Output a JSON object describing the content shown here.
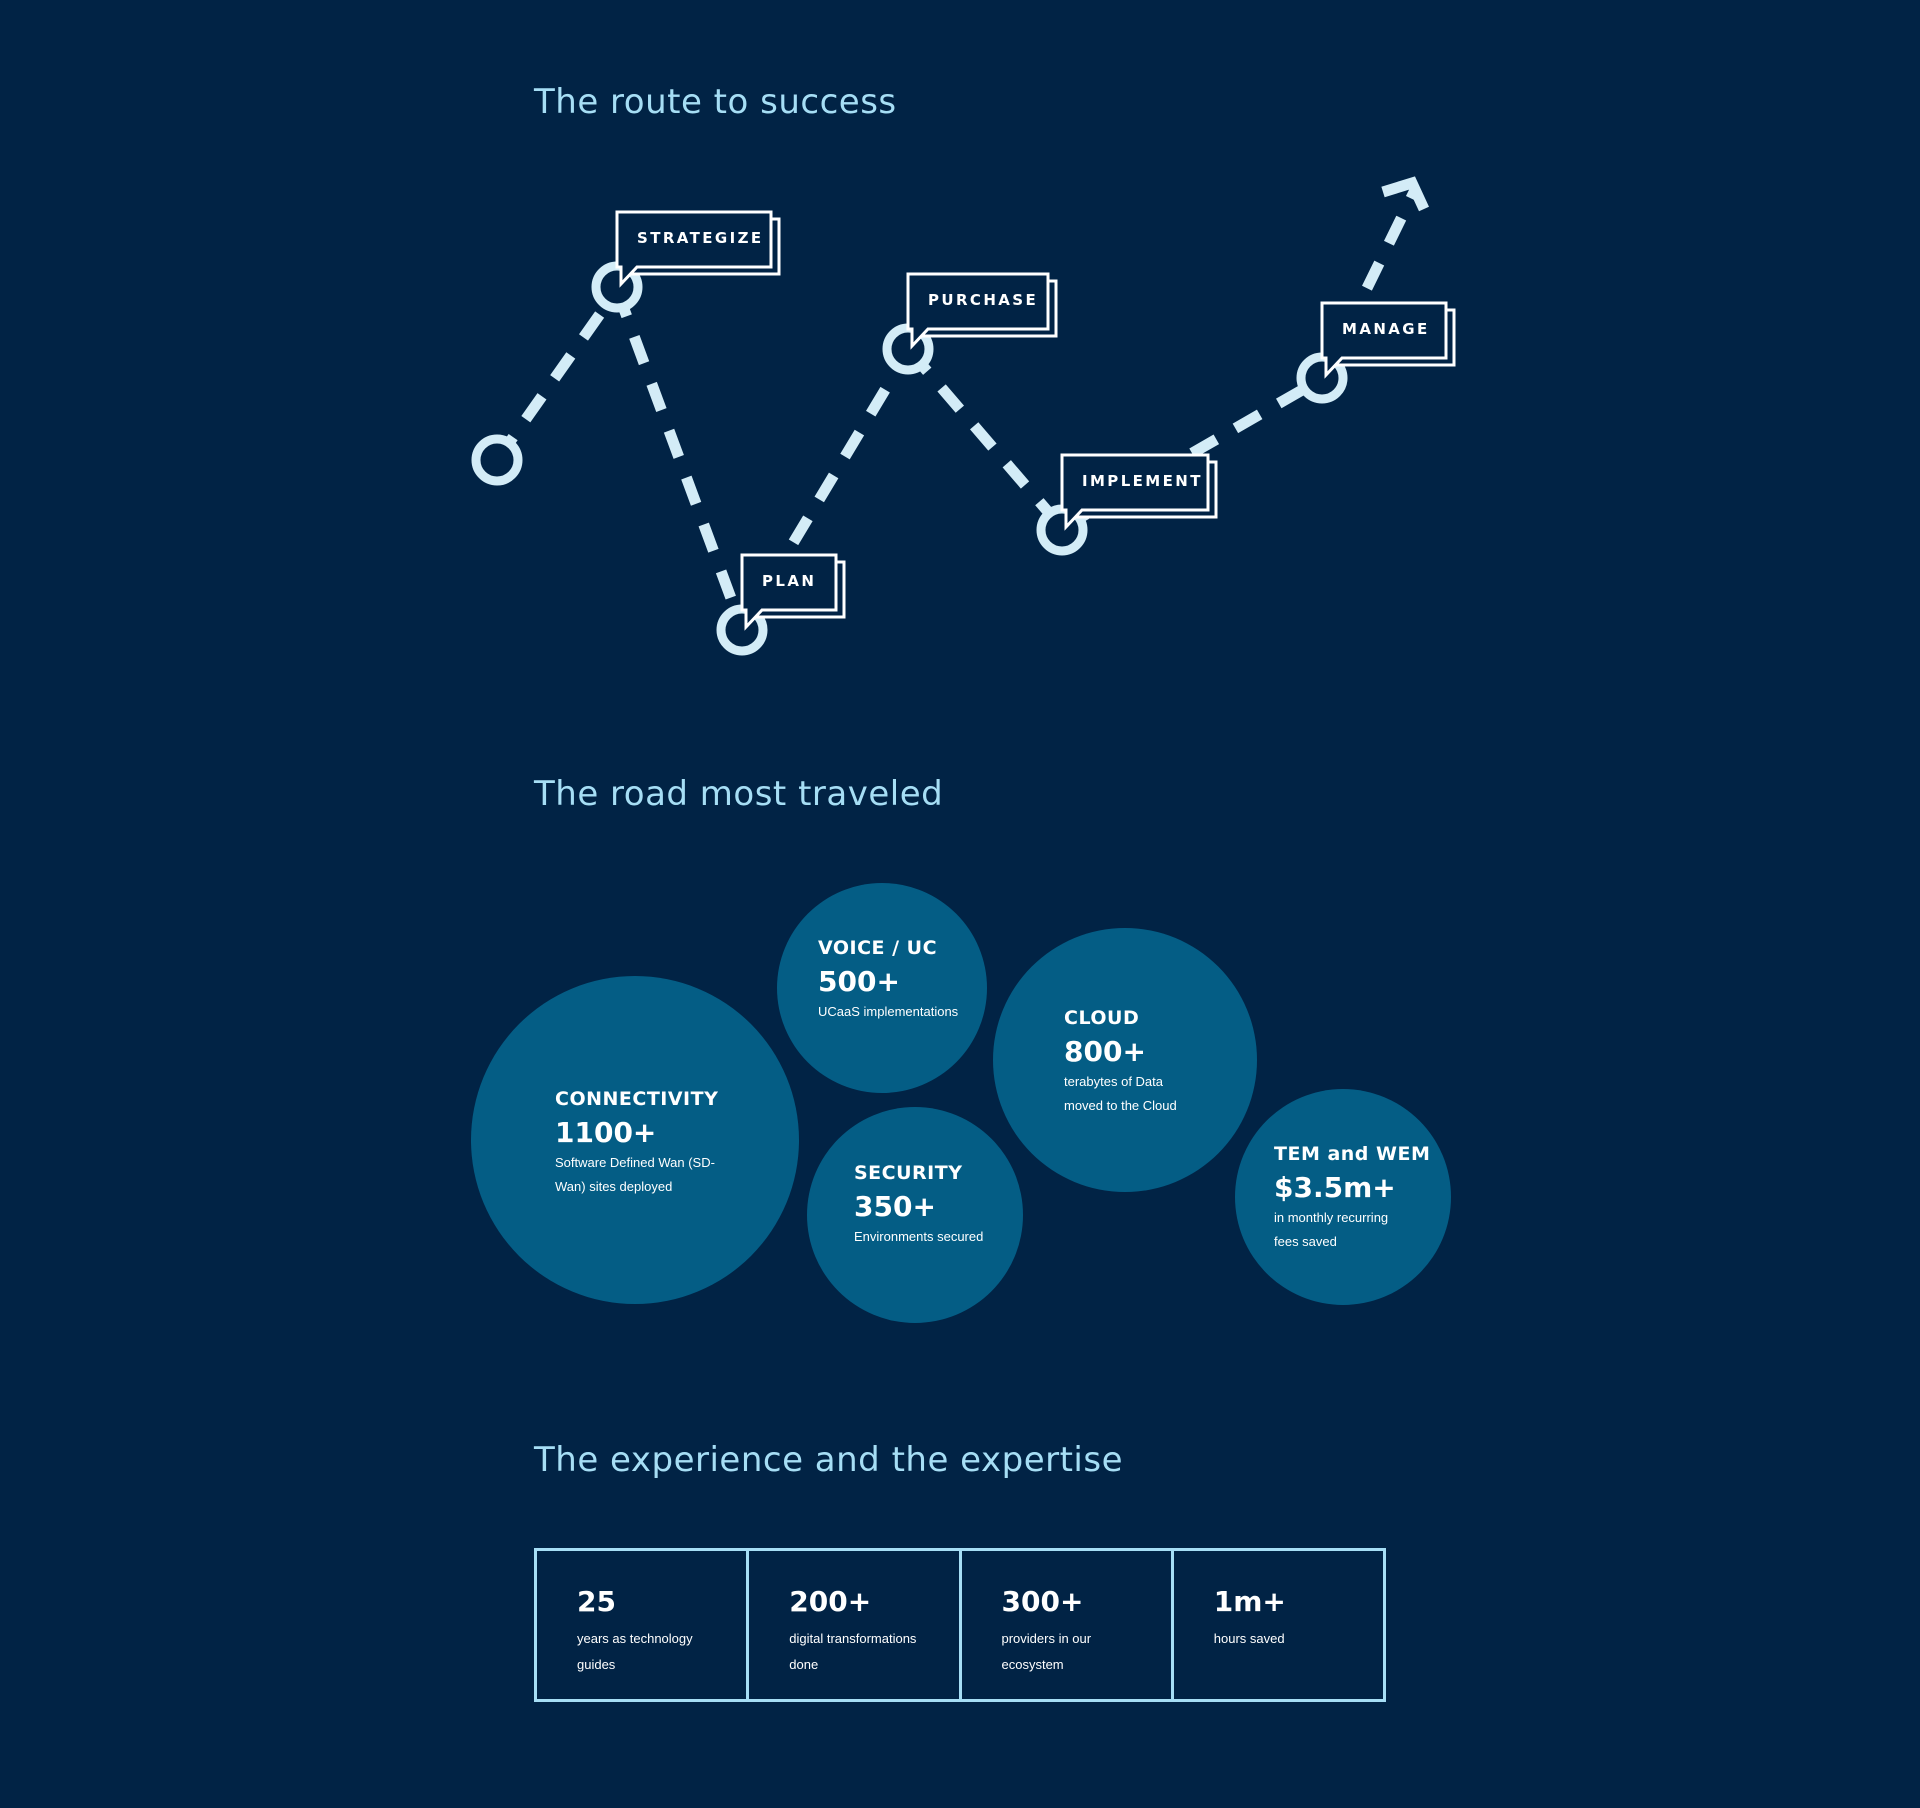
{
  "route": {
    "title": "The route to success",
    "steps": [
      "STRATEGIZE",
      "PLAN",
      "PURCHASE",
      "IMPLEMENT",
      "MANAGE"
    ]
  },
  "road": {
    "title": "The road most traveled",
    "bubbles": [
      {
        "title": "CONNECTIVITY",
        "value": "1100+",
        "desc": "Software Defined Wan (SD-Wan) sites deployed"
      },
      {
        "title": "VOICE / UC",
        "value": "500+",
        "desc": "UCaaS implementations"
      },
      {
        "title": "SECURITY",
        "value": "350+",
        "desc": "Environments secured"
      },
      {
        "title": "CLOUD",
        "value": "800+",
        "desc": "terabytes of Data moved to the Cloud"
      },
      {
        "title": "TEM and WEM",
        "value": "$3.5m+",
        "desc": "in monthly recurring fees saved"
      }
    ]
  },
  "experience": {
    "title": "The experience and the expertise",
    "stats": [
      {
        "value": "25",
        "desc": "years as technology guides"
      },
      {
        "value": "200+",
        "desc": "digital transformations done"
      },
      {
        "value": "300+",
        "desc": "providers in our ecosystem"
      },
      {
        "value": "1m+",
        "desc": "hours saved"
      }
    ]
  },
  "colors": {
    "background": "#012345",
    "accent": "#a6def5",
    "bubble": "#045d85",
    "text": "#ffffff"
  }
}
